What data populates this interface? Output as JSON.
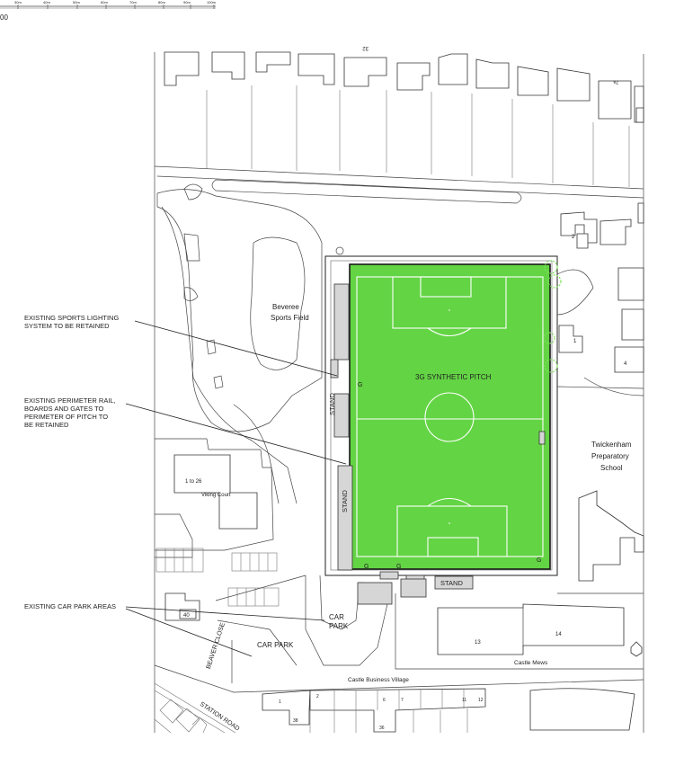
{
  "scale_bar": {
    "ticks": [
      "30m",
      "40m",
      "50m",
      "60m",
      "70m",
      "80m",
      "90m",
      "100m"
    ],
    "ratio_suffix": "00"
  },
  "annotations": {
    "lighting": "EXISTING SPORTS LIGHTING\nSYSTEM TO BE RETAINED",
    "perimeter": "EXISTING PERIMETER RAIL,\nBOARDS AND GATES TO\nPERIMETER OF PITCH TO\nBE RETAINED",
    "car_park_areas": "EXISTING CAR PARK AREAS"
  },
  "labels": {
    "beveree": "Beveree",
    "sports_field": "Sports Field",
    "pitch": "3G SYNTHETIC PITCH",
    "stand": "STAND",
    "twickenham": "Twickenham",
    "preparatory": "Preparatory",
    "school": "School",
    "viking_count": "1 to 26",
    "viking_court": "Viking Court",
    "car": "CAR",
    "park": "PARK",
    "car_park": "CAR PARK",
    "beaver_close": "BEAVER CLOSE",
    "station_road": "STATION ROAD",
    "castle_business_village": "Castle Business Village",
    "castle_mews": "Castle Mews",
    "gate": "G"
  },
  "numbers": {
    "n32": "32",
    "n2a": "2a",
    "n2": "2",
    "n1": "1",
    "n4": "4",
    "n13": "13",
    "n14": "14",
    "n40": "40",
    "n1b": "1",
    "n2b": "2",
    "n38": "38",
    "n36": "36",
    "n6": "6",
    "n7": "7",
    "n11": "11",
    "n12": "12"
  },
  "colors": {
    "pitch_green": "#63d444",
    "pitch_outline": "#1a1a1a",
    "tree_green": "#7ee35a",
    "building_grey": "#d6d6d6"
  }
}
